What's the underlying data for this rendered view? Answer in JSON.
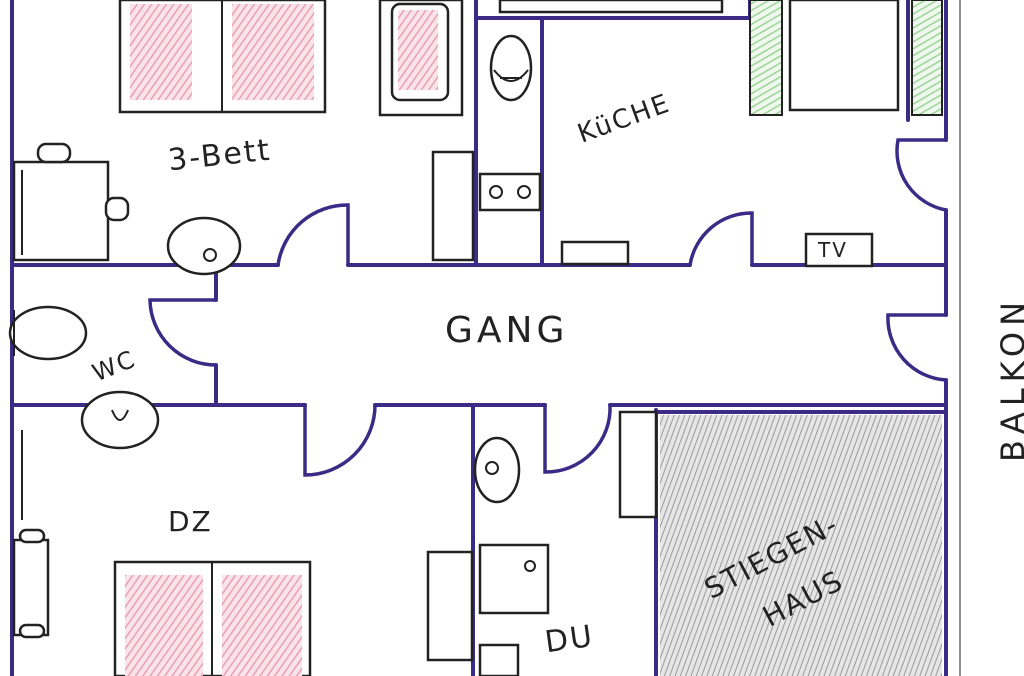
{
  "rooms": {
    "bedroom_3": "3-Bett",
    "kitchen": "KüCHE",
    "hallway": "GANG",
    "wc": "WC",
    "double_room": "DZ",
    "shower": "DU",
    "stairwell_line1": "STIEGEN-",
    "stairwell_line2": "HAUS",
    "balcony": "BALKON"
  },
  "appliances": {
    "tv": "TV"
  },
  "colors": {
    "walls": "#3b2b86",
    "bed_fill": "#e8a0b4",
    "plant_fill": "#9ed49a",
    "stair_hatch": "#9a9a9a"
  }
}
